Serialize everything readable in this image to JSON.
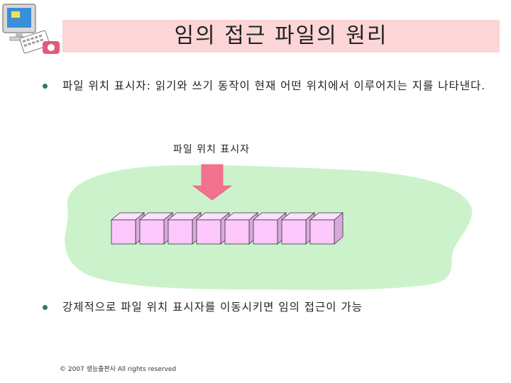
{
  "slide": {
    "title": "임의 접근 파일의 원리",
    "bullets": [
      "파일 위치 표시자: 읽기와 쓰기 동작이 현재 어떤 위치에서 이루어지는 지를 나타낸다.",
      "강제적으로 파일 위치 표시자를 이동시키면 임의 접근이 가능"
    ],
    "diagram": {
      "pointer_label": "파일 위치 표시자",
      "cell_count": 8,
      "colors": {
        "blob": "#ccf2cc",
        "arrow": "#f4728f",
        "cell_front": "#fcc8fc",
        "cell_top": "#fde0fd",
        "cell_side": "#d9a9dd"
      }
    },
    "footer": "© 2007 생능출판사 All rights reserved",
    "colors": {
      "title_bar": "#fcd5d7",
      "bullet": "#2e7d5e"
    }
  }
}
